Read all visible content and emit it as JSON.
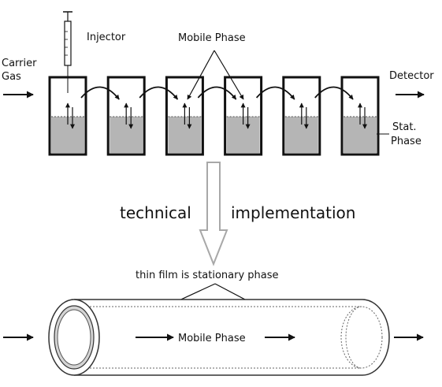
{
  "labels": {
    "carrier_gas_line1": "Carrier",
    "carrier_gas_line2": "Gas",
    "injector": "Injector",
    "mobile_phase_top": "Mobile Phase",
    "detector": "Detector",
    "stat_phase_line1": "Stat.",
    "stat_phase_line2": "Phase",
    "technical": "technical",
    "implementation": "implementation",
    "thin_film": "thin film is stationary phase",
    "mobile_phase_tube": "Mobile Phase"
  },
  "colors": {
    "stroke": "#111111",
    "stationary_fill": "#b5b5b5",
    "hollow_arrow": "#a8a8a8",
    "tube_outline": "#333333",
    "dotted_film": "#666666"
  },
  "vessel_count": 6
}
